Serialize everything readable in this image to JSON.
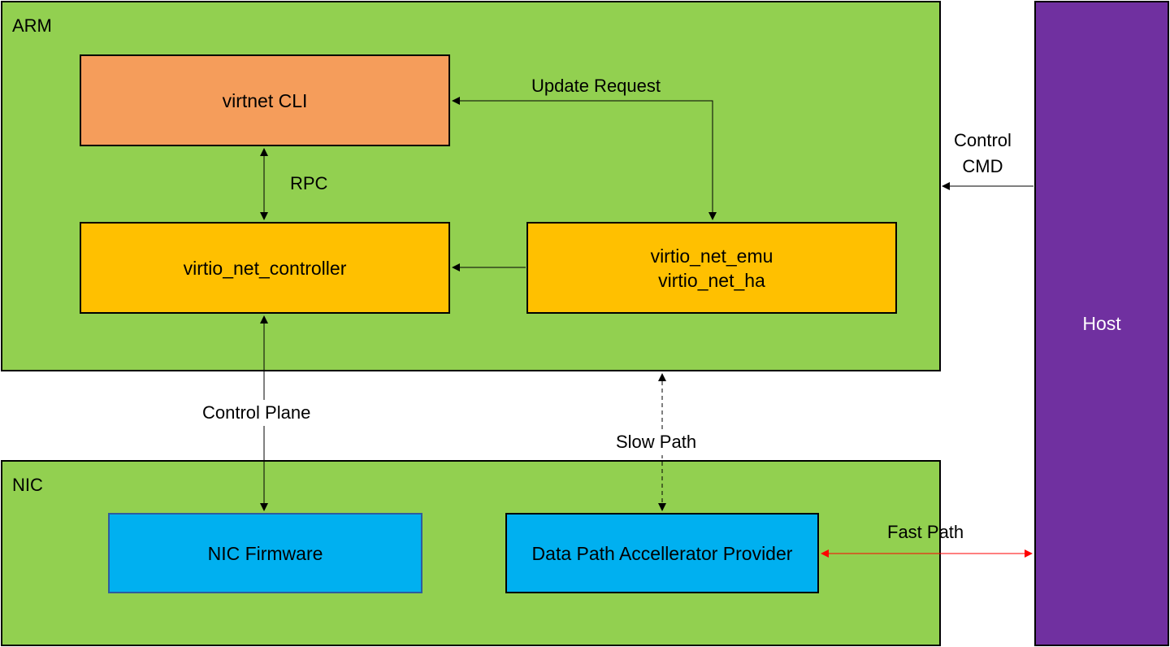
{
  "regions": {
    "arm": {
      "label": "ARM"
    },
    "nic": {
      "label": "NIC"
    }
  },
  "boxes": {
    "virtnet_cli": "virtnet CLI",
    "virtio_net_controller": "virtio_net_controller",
    "virtio_net_emu": "virtio_net_emu\nvirtio_net_ha",
    "nic_firmware": "NIC Firmware",
    "data_path_provider": "Data Path Accellerator Provider",
    "host": "Host"
  },
  "connections": {
    "update_request": "Update Request",
    "rpc": "RPC",
    "control_cmd": "Control\nCMD",
    "control_plane": "Control Plane",
    "slow_path": "Slow Path",
    "fast_path": "Fast Path"
  },
  "colors": {
    "region_fill": "#92d050",
    "cli_fill": "#f59d5b",
    "controller_fill": "#ffc000",
    "nic_box_fill": "#00b0f0",
    "host_fill": "#7030a0",
    "fast_path_arrow": "#ff0000"
  }
}
